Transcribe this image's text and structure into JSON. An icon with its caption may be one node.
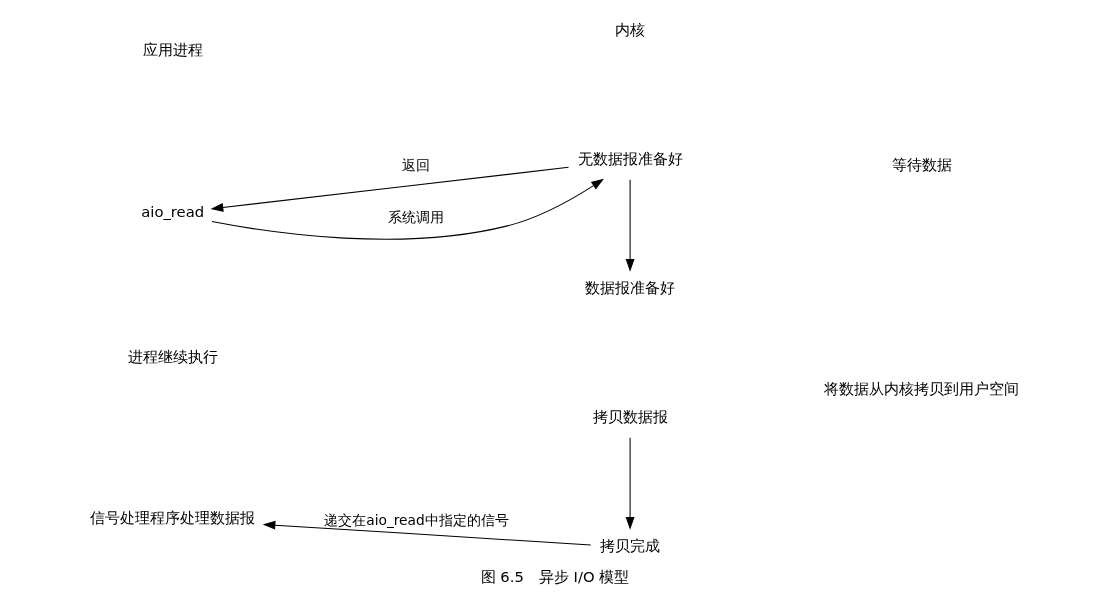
{
  "diagram": {
    "caption": "图 6.5　异步 I/O 模型",
    "nodes": [
      {
        "text": [
          "aio_read"
        ]
      },
      {
        "text": [
          "无数据报准备好"
        ]
      },
      {
        "text": [
          "数据报准备好"
        ]
      },
      {
        "text": [
          "拷贝数据报"
        ]
      },
      {
        "text": [
          "拷贝完成"
        ]
      },
      {
        "text": [
          "信号处理程序处理数据报"
        ]
      }
    ],
    "edges": [
      {
        "from": 0,
        "to": 1,
        "arrow": "to",
        "label": "系统调用"
      },
      {
        "from": 1,
        "to": 0,
        "arrow": "to",
        "label": "返回"
      },
      {
        "from": 1,
        "to": 2,
        "arrow": "to"
      },
      {
        "from": 3,
        "to": 4,
        "arrow": "to"
      },
      {
        "from": 4,
        "to": 5,
        "arrow": "to",
        "label": "递交在aio_read中指定的信号"
      }
    ],
    "labels": [
      "应用进程",
      "内核",
      "进程继续执行",
      "等待数据",
      "将数据从内核拷贝到用户空间"
    ]
  }
}
